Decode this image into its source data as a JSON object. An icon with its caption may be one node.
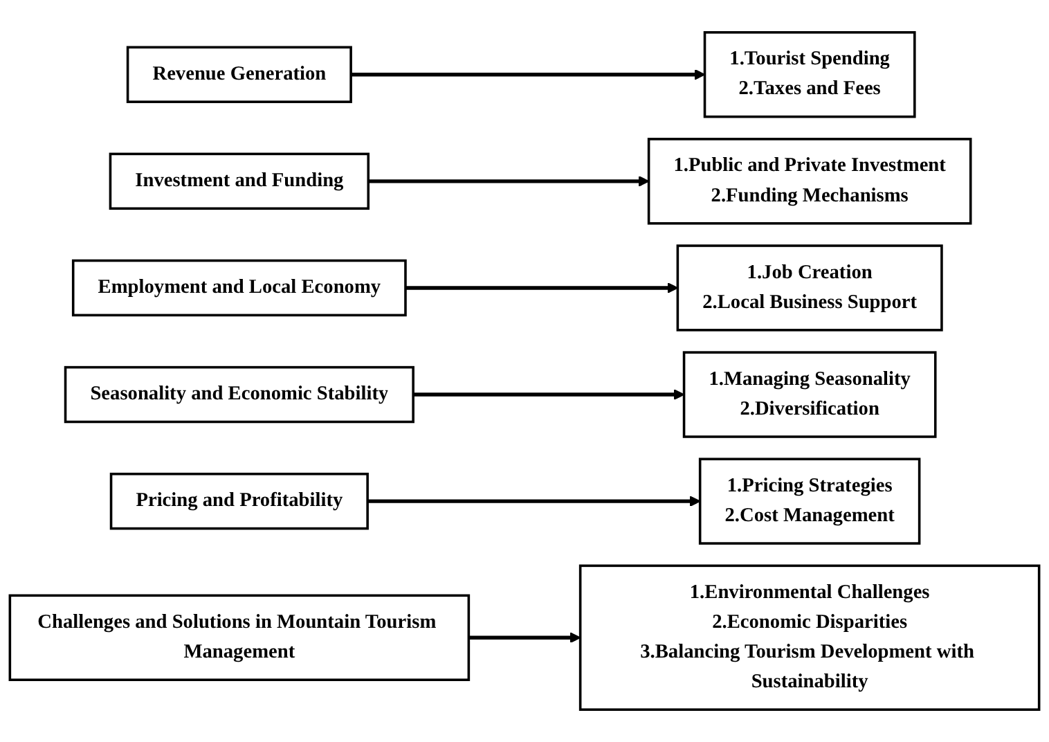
{
  "diagram": {
    "nodes": [
      {
        "text": [
          "Revenue Generation"
        ]
      },
      {
        "text": [
          "1.Tourist Spending",
          "2.Taxes and Fees"
        ]
      },
      {
        "text": [
          "Investment and Funding"
        ]
      },
      {
        "text": [
          "1.Public and Private Investment",
          "2.Funding Mechanisms"
        ]
      },
      {
        "text": [
          "Employment and Local Economy"
        ]
      },
      {
        "text": [
          "1.Job Creation",
          "2.Local Business Support"
        ]
      },
      {
        "text": [
          "Seasonality and Economic Stability"
        ]
      },
      {
        "text": [
          "1.Managing Seasonality",
          "2.Diversification"
        ]
      },
      {
        "text": [
          "Pricing and Profitability"
        ]
      },
      {
        "text": [
          "1.Pricing Strategies",
          "2.Cost Management"
        ]
      },
      {
        "text": [
          "Challenges and Solutions in Mountain Tourism Management"
        ]
      },
      {
        "text": [
          "1.Environmental Challenges",
          "2.Economic Disparities",
          "3.Balancing Tourism Development with Sustainability"
        ]
      }
    ],
    "edges": [
      {
        "from": 0,
        "to": 1,
        "arrow": "to"
      },
      {
        "from": 2,
        "to": 3,
        "arrow": "to"
      },
      {
        "from": 4,
        "to": 5,
        "arrow": "to"
      },
      {
        "from": 6,
        "to": 7,
        "arrow": "to"
      },
      {
        "from": 8,
        "to": 9,
        "arrow": "to"
      },
      {
        "from": 10,
        "to": 11,
        "arrow": "to"
      }
    ]
  }
}
